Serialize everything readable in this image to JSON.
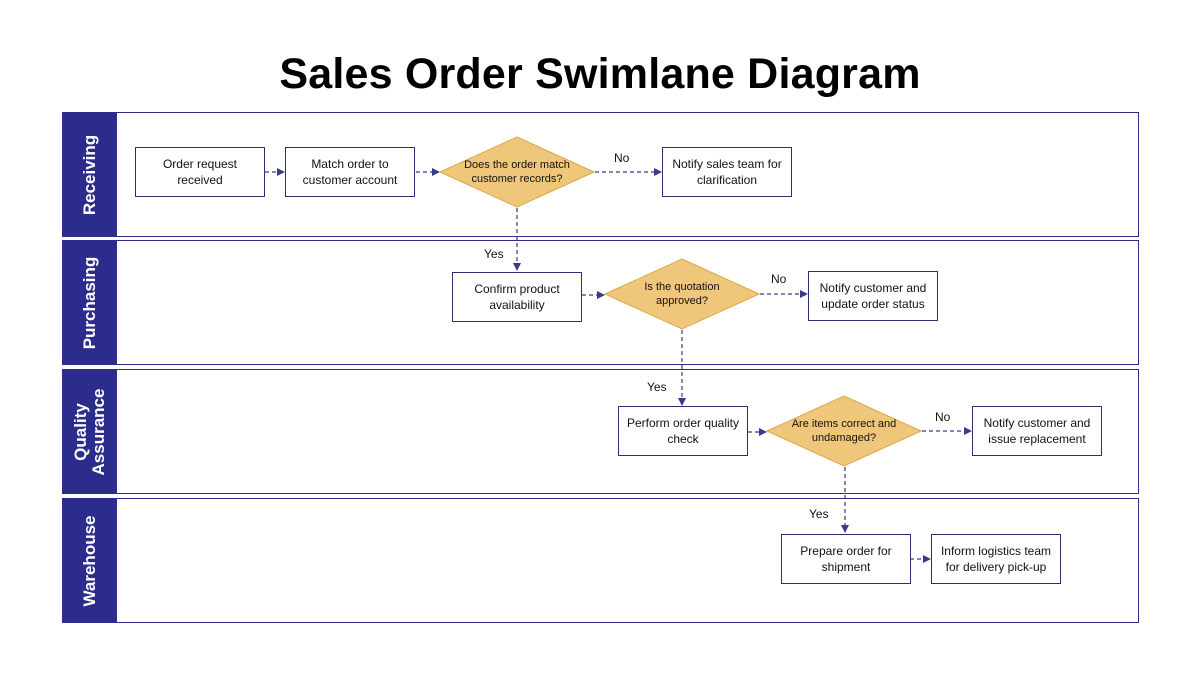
{
  "title": "Sales Order Swimlane Diagram",
  "lanes": [
    {
      "name": "Receiving"
    },
    {
      "name": "Purchasing"
    },
    {
      "name": "Quality Assurance"
    },
    {
      "name": "Warehouse"
    }
  ],
  "nodes": {
    "order_request": "Order request received",
    "match_order": "Match order to customer account",
    "decision_records": "Does the order match customer records?",
    "notify_sales": "Notify sales team for clarification",
    "confirm_availability": "Confirm product availability",
    "decision_quotation": "Is the quotation approved?",
    "notify_status": "Notify customer and update order status",
    "quality_check": "Perform order quality check",
    "decision_items": "Are items correct and undamaged?",
    "notify_replacement": "Notify customer and issue replacement",
    "prepare_shipment": "Prepare order for shipment",
    "inform_logistics": "Inform logistics team for delivery pick-up"
  },
  "edge_labels": {
    "records_no": "No",
    "records_yes": "Yes",
    "quotation_no": "No",
    "quotation_yes": "Yes",
    "items_no": "No",
    "items_yes": "Yes"
  },
  "colors": {
    "lane_header": "#2c2c8c",
    "lane_border": "#2e2e8a",
    "decision_fill": "#f0c77a",
    "decision_stroke": "#d9a84a",
    "connector": "#3a3a8a"
  }
}
